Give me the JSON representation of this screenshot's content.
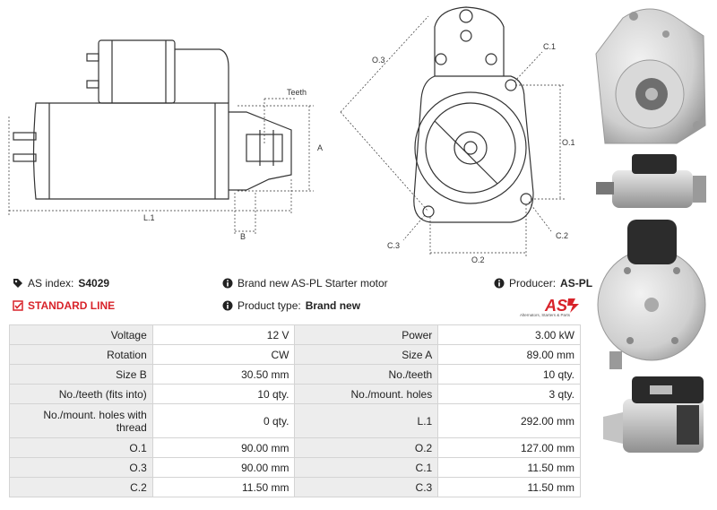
{
  "drawing": {
    "labels": {
      "teeth": "Teeth",
      "a": "A",
      "b": "B",
      "l1": "L.1",
      "o1": "O.1",
      "o2": "O.2",
      "o3": "O.3",
      "c1": "C.1",
      "c2": "C.2",
      "c3": "C.3"
    }
  },
  "info": {
    "as_index_label": "AS index:",
    "as_index_value": "S4029",
    "standard_line": "STANDARD LINE",
    "description": "Brand new AS-PL Starter motor",
    "product_type_label": "Product type:",
    "product_type_value": "Brand new",
    "producer_label": "Producer:",
    "producer_value": "AS-PL"
  },
  "logo": {
    "text": "AS",
    "caption": "Alternators, Starters & Parts"
  },
  "specs": [
    {
      "l1": "Voltage",
      "v1": "12 V",
      "l2": "Power",
      "v2": "3.00 kW"
    },
    {
      "l1": "Rotation",
      "v1": "CW",
      "l2": "Size A",
      "v2": "89.00 mm"
    },
    {
      "l1": "Size B",
      "v1": "30.50 mm",
      "l2": "No./teeth",
      "v2": "10 qty."
    },
    {
      "l1": "No./teeth (fits into)",
      "v1": "10 qty.",
      "l2": "No./mount. holes",
      "v2": "3 qty."
    },
    {
      "l1": "No./mount. holes with thread",
      "v1": "0 qty.",
      "l2": "L.1",
      "v2": "292.00 mm"
    },
    {
      "l1": "O.1",
      "v1": "90.00 mm",
      "l2": "O.2",
      "v2": "127.00 mm"
    },
    {
      "l1": "O.3",
      "v1": "90.00 mm",
      "l2": "C.1",
      "v2": "11.50 mm"
    },
    {
      "l1": "C.2",
      "v1": "11.50 mm",
      "l2": "C.3",
      "v2": "11.50 mm"
    }
  ],
  "colors": {
    "accent_red": "#d8232a",
    "label_bg": "#ededed",
    "border": "#d4d4d4"
  }
}
